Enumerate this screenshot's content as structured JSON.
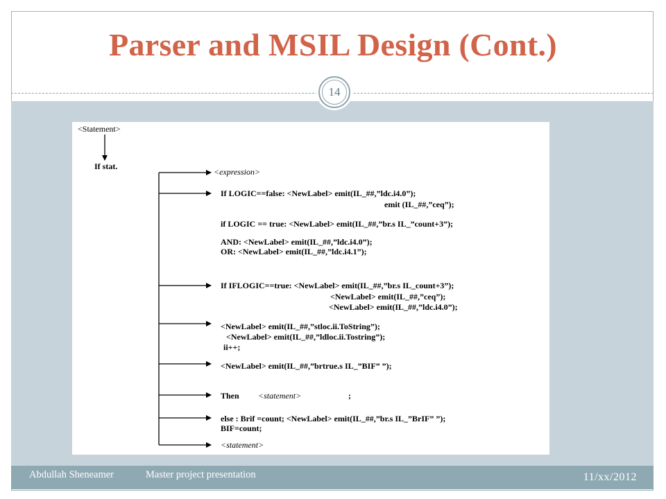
{
  "slide": {
    "title": "Parser and MSIL Design (Cont.)",
    "page_number": "14"
  },
  "footer": {
    "author": "Abdullah Sheneamer",
    "subtitle": "Master project presentation",
    "date": "11/xx/2012"
  },
  "figure": {
    "root": "<Statement>",
    "if_label": "If stat.",
    "lines": {
      "expression": "<expression>",
      "l1a": "If LOGIC==false: <NewLabel> emit(IL_##,”ldc.i4.0”);",
      "l1b": "emit (IL_##,”ceq”);",
      "l2": "if LOGIC == true: <NewLabel> emit(IL_##,”br.s IL_”count+3”);",
      "l3a": "AND: <NewLabel> emit(IL_##,”ldc.i4.0”);",
      "l3b": "OR: <NewLabel> emit(IL_##,”ldc.i4.1”);",
      "l4a": "If IFLOGIC==true: <NewLabel> emit(IL_##,”br.s IL_count+3”);",
      "l4b": "<NewLabel> emit(IL_##,”ceq”);",
      "l4c": "<NewLabel> emit(IL_##,”ldc.i4.0”);",
      "l5a": "<NewLabel> emit(IL_##,”stloc.ii.ToString”);",
      "l5b": "<NewLabel> emit(IL_##,”ldloc.ii.Tostring”);",
      "l5c": "ii++;",
      "l6": "<NewLabel> emit(IL_##,”brtrue.s IL_”BIF” ”);",
      "l7a": "Then",
      "l7b": "<statement>",
      "l7c": ";",
      "l8a": "else : Brif =count; <NewLabel> emit(IL_##,”br.s IL_”BrIF” ”);",
      "l8b": "BIF=count;",
      "l9": "<statement>"
    }
  }
}
